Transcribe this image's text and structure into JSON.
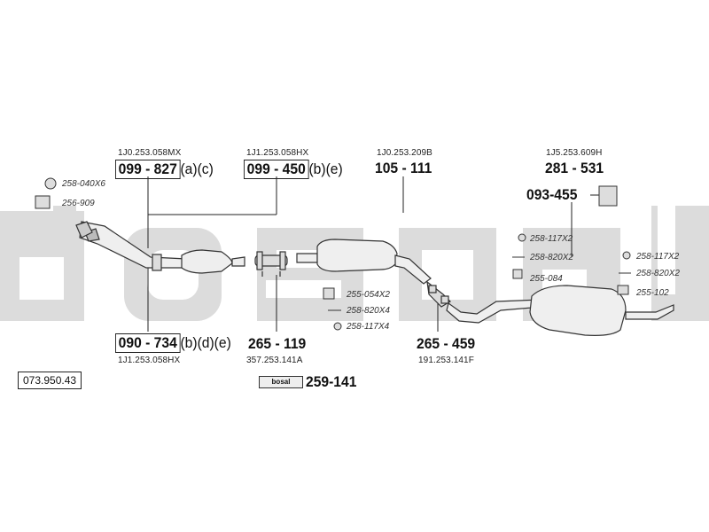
{
  "catalog_number": "073.950.43",
  "brand_label": "bosal",
  "groups": [
    {
      "oem": "1J0.253.058MX",
      "part": "099 - 827",
      "suffix": "(a)(c)"
    },
    {
      "oem": "1J1.253.058HX",
      "part": "099 - 450",
      "suffix": "(b)(e)"
    },
    {
      "oem": "1J0.253.209B",
      "part": "105 - 111"
    },
    {
      "oem": "1J5.253.609H",
      "part": "281 - 531"
    },
    {
      "part": "093-455"
    },
    {
      "oem": "1J1.253.058HX",
      "part": "090 - 734",
      "suffix": "(b)(d)(e)"
    },
    {
      "oem": "357.253.141A",
      "part": "265 - 119"
    },
    {
      "oem": "191.253.141F",
      "part": "265 - 459"
    },
    {
      "part": "259-141"
    }
  ],
  "accessories": {
    "left": [
      "258-040X6",
      "256-909"
    ],
    "middle": [
      "255-054X2",
      "258-820X4",
      "258-117X4"
    ],
    "right_a": [
      "258-117X2",
      "258-820X2",
      "255-084"
    ],
    "right_b": [
      "258-117X2",
      "258-820X2",
      "255-102"
    ]
  }
}
